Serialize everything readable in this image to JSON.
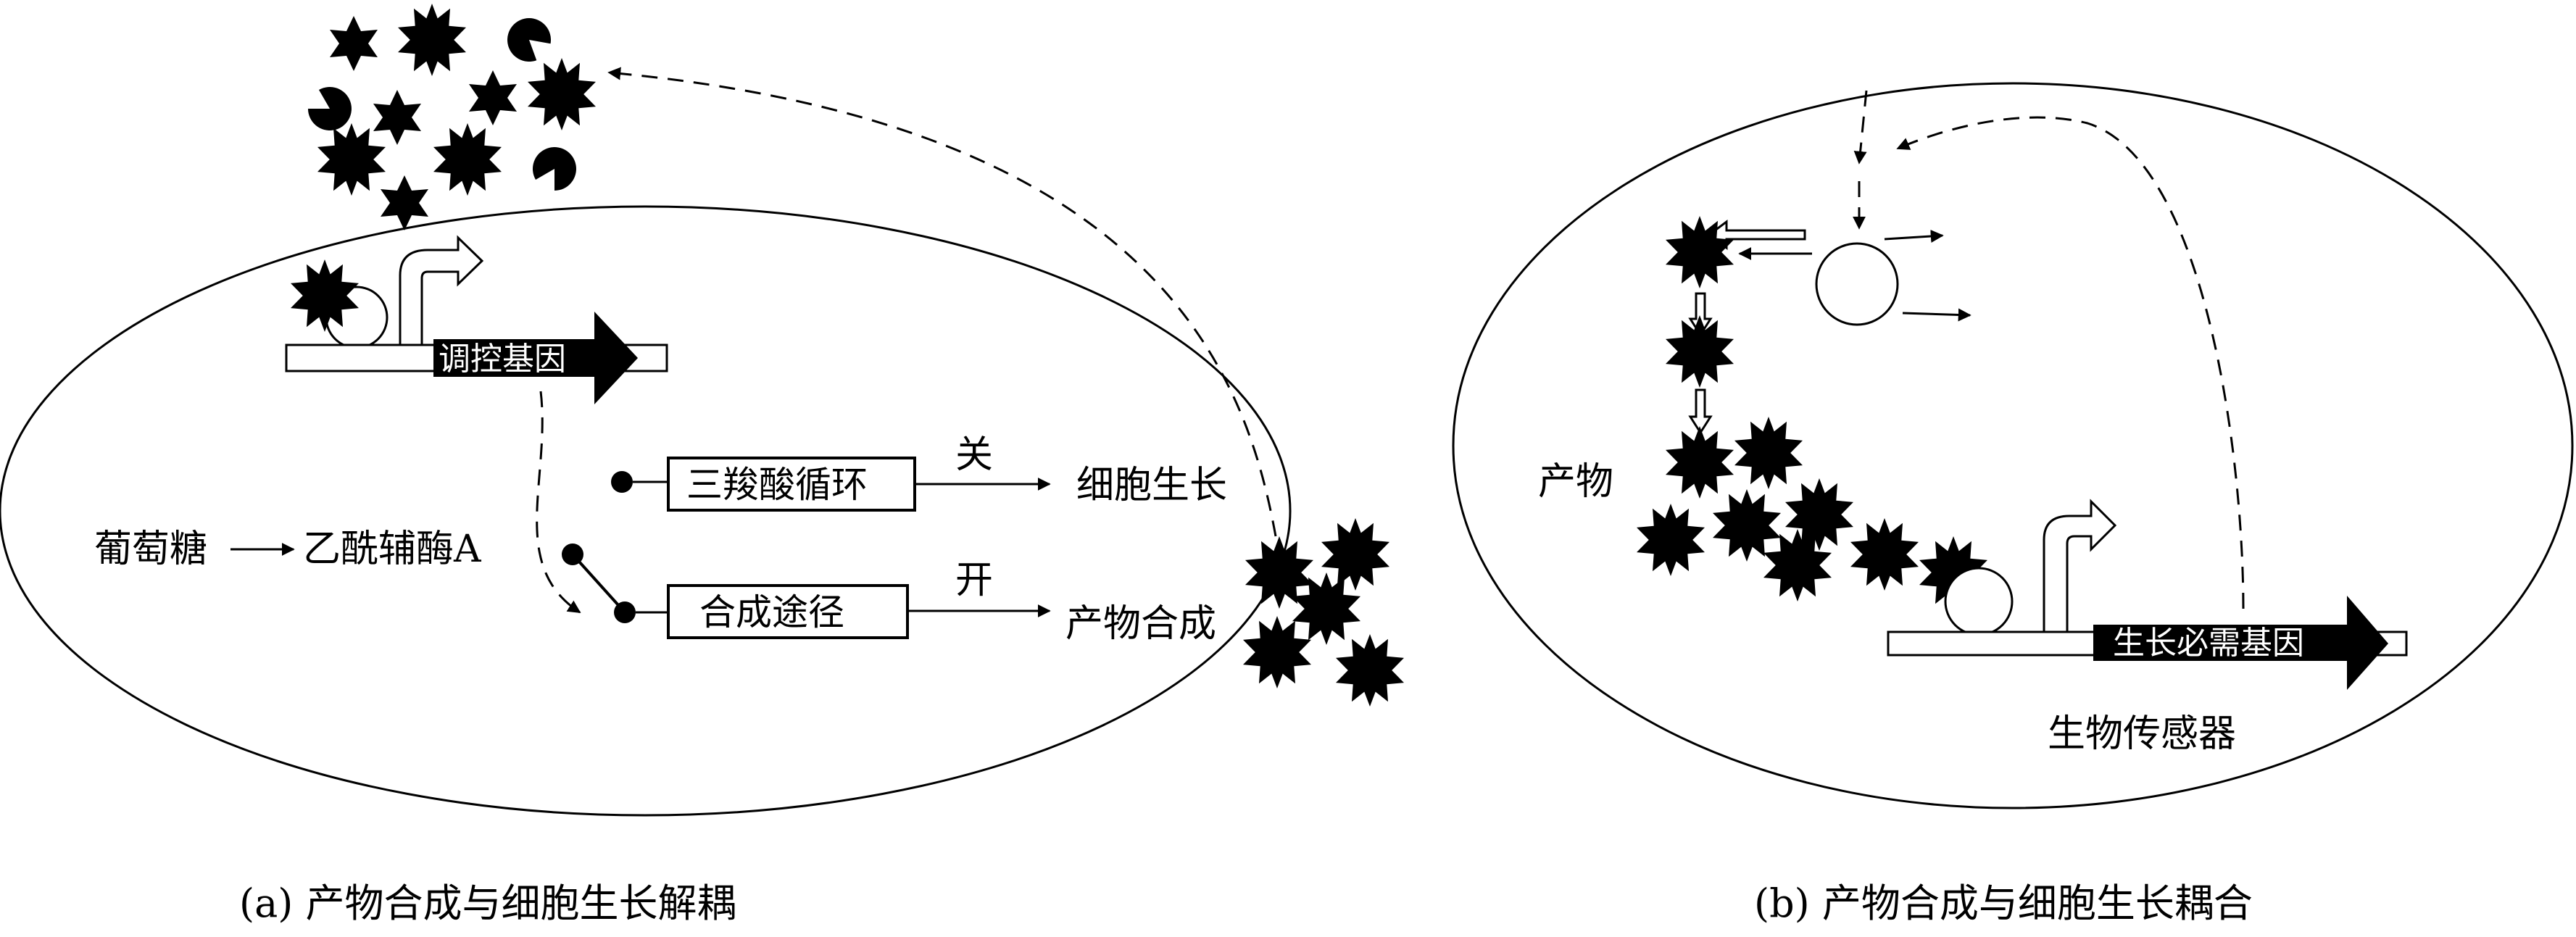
{
  "panel_a": {
    "gene_label": "调控基因",
    "glucose": "葡萄糖",
    "acetyl_coa": "乙酰辅酶A",
    "tca_box": "三羧酸循环",
    "pathway_box": "合成途径",
    "off_label": "关",
    "on_label": "开",
    "cell_growth": "细胞生长",
    "product_synthesis": "产物合成",
    "caption": "(a) 产物合成与细胞生长解耦"
  },
  "panel_b": {
    "gene_label": "生长必需基因",
    "product_label": "产物",
    "biosensor_label": "生物传感器",
    "caption": "(b) 产物合成与细胞生长耦合"
  },
  "colors": {
    "ink": "#000000",
    "background": "#ffffff"
  },
  "icons": [
    "star-icon",
    "starburst-icon",
    "pacman-icon",
    "repressor-circle-icon",
    "promoter-arrow-icon"
  ]
}
